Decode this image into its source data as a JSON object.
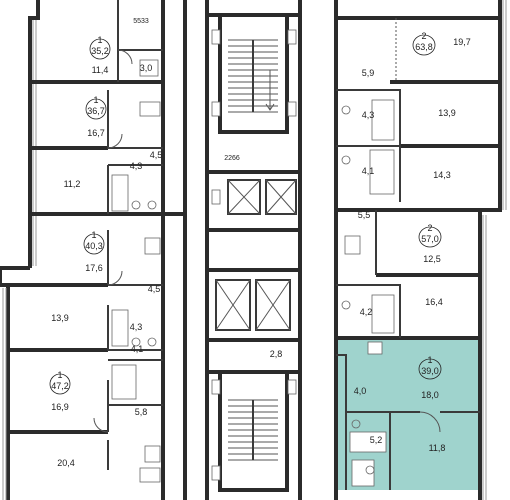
{
  "colors": {
    "wall": "#2b2b2b",
    "highlight": "#9fd3cd",
    "background": "#ffffff"
  },
  "left_block": {
    "apartments": [
      {
        "rooms": "1",
        "area": "35,2"
      },
      {
        "rooms": "1",
        "area": "36,7"
      },
      {
        "rooms": "1",
        "area": "40,3"
      },
      {
        "rooms": "1",
        "area": "47,2"
      }
    ],
    "room_areas": [
      "11,4",
      "3,0",
      "16,7",
      "4,5",
      "11,2",
      "4,3",
      "17,6",
      "4,5",
      "13,9",
      "4,3",
      "4,1",
      "16,9",
      "5,8",
      "20,4"
    ],
    "tags": [
      "5533"
    ]
  },
  "core": {
    "tags": [
      "2266"
    ],
    "room_areas": [
      "2,8"
    ]
  },
  "right_block": {
    "apartments": [
      {
        "rooms": "2",
        "area": "63,8"
      },
      {
        "rooms": "2",
        "area": "57,0"
      }
    ],
    "room_areas": [
      "19,7",
      "5,9",
      "4,3",
      "13,9",
      "4,1",
      "14,3",
      "5,5",
      "12,5",
      "4,2",
      "16,4"
    ]
  },
  "selected_apartment": {
    "rooms": "1",
    "area": "39,0",
    "room_areas": [
      "4,0",
      "18,0",
      "5,2",
      "11,8"
    ]
  }
}
